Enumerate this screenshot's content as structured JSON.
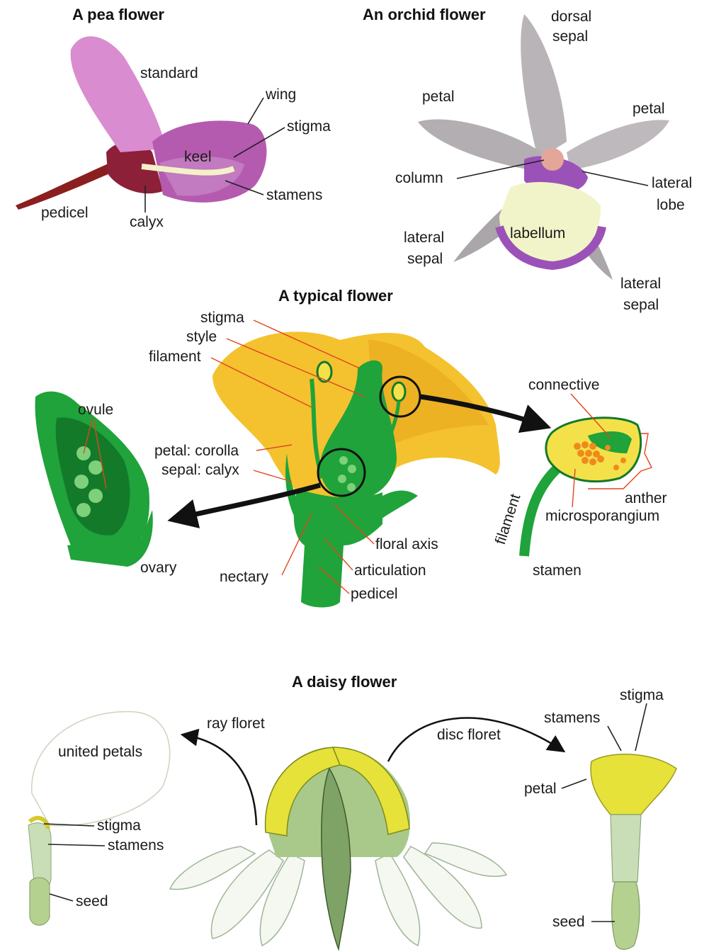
{
  "pea": {
    "title": "A pea flower",
    "standard": "standard",
    "wing": "wing",
    "stigma": "stigma",
    "keel": "keel",
    "stamens": "stamens",
    "pedicel": "pedicel",
    "calyx": "calyx"
  },
  "orchid": {
    "title": "An orchid flower",
    "dorsal_sepal_1": "dorsal",
    "dorsal_sepal_2": "sepal",
    "petal_left": "petal",
    "petal_right": "petal",
    "column": "column",
    "lateral_lobe_1": "lateral",
    "lateral_lobe_2": "lobe",
    "labellum": "labellum",
    "lateral_sepal_left_1": "lateral",
    "lateral_sepal_left_2": "sepal",
    "lateral_sepal_right_1": "lateral",
    "lateral_sepal_right_2": "sepal"
  },
  "typical": {
    "title": "A typical flower",
    "stigma": "stigma",
    "style": "style",
    "filament": "filament",
    "ovule": "ovule",
    "petal_corolla": "petal: corolla",
    "sepal_calyx": "sepal: calyx",
    "ovary": "ovary",
    "nectary": "nectary",
    "floral_axis": "floral axis",
    "articulation": "articulation",
    "pedicel": "pedicel",
    "connective": "connective",
    "anther": "anther",
    "microsporangium": "microsporangium",
    "filament_vertical": "filament",
    "stamen": "stamen"
  },
  "daisy": {
    "title": "A daisy flower",
    "ray_floret": "ray floret",
    "disc_floret": "disc floret",
    "united_petals": "united petals",
    "stigma_left": "stigma",
    "stamens_left": "stamens",
    "seed_left": "seed",
    "stigma_right": "stigma",
    "stamens_right": "stamens",
    "petal": "petal",
    "seed_right": "seed"
  },
  "colors": {
    "pea_petal": "#d98ccf",
    "pea_keel": "#b45bb0",
    "pedicel_red": "#8b1f1f",
    "orchid_grey": "#b8b4b8",
    "orchid_purple": "#9b52b8",
    "orchid_yellow": "#f1f4c8",
    "flower_yellow": "#f4c22f",
    "green": "#1fa33a",
    "dark_green": "#137a2a",
    "light_green": "#7fd07a",
    "annotation_red": "#e0451e",
    "daisy_yellow": "#e6e23a",
    "daisy_green": "#a9c98a"
  }
}
